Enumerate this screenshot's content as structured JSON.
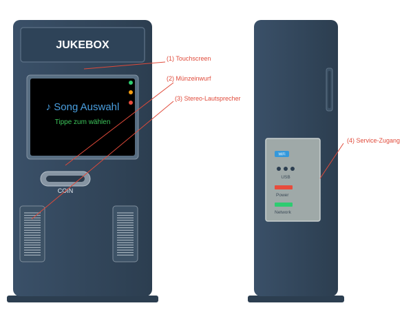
{
  "front": {
    "title": "JUKEBOX",
    "screen_title": "♪ Song Auswahl",
    "screen_subtitle": "Tippe zum wählen",
    "coin_label": "COIN"
  },
  "side": {
    "wifi_label": "WiFi",
    "usb_label": "USB",
    "power_label": "Power",
    "network_label": "Network"
  },
  "callouts": [
    {
      "text": "(1) Touchscreen"
    },
    {
      "text": "(2) Münzeinwurf"
    },
    {
      "text": "(3) Stereo-Lautsprecher"
    },
    {
      "text": "(4) Service-Zugang"
    }
  ],
  "colors": {
    "body": "#34495e",
    "screen_bg": "#000000",
    "accent_callout": "#e04a3a",
    "led_green": "#2ecc71",
    "led_orange": "#f39c12",
    "led_red": "#e74c3c",
    "wifi_blue": "#3498db",
    "power_red": "#e74c3c",
    "network_green": "#2ecc71"
  }
}
